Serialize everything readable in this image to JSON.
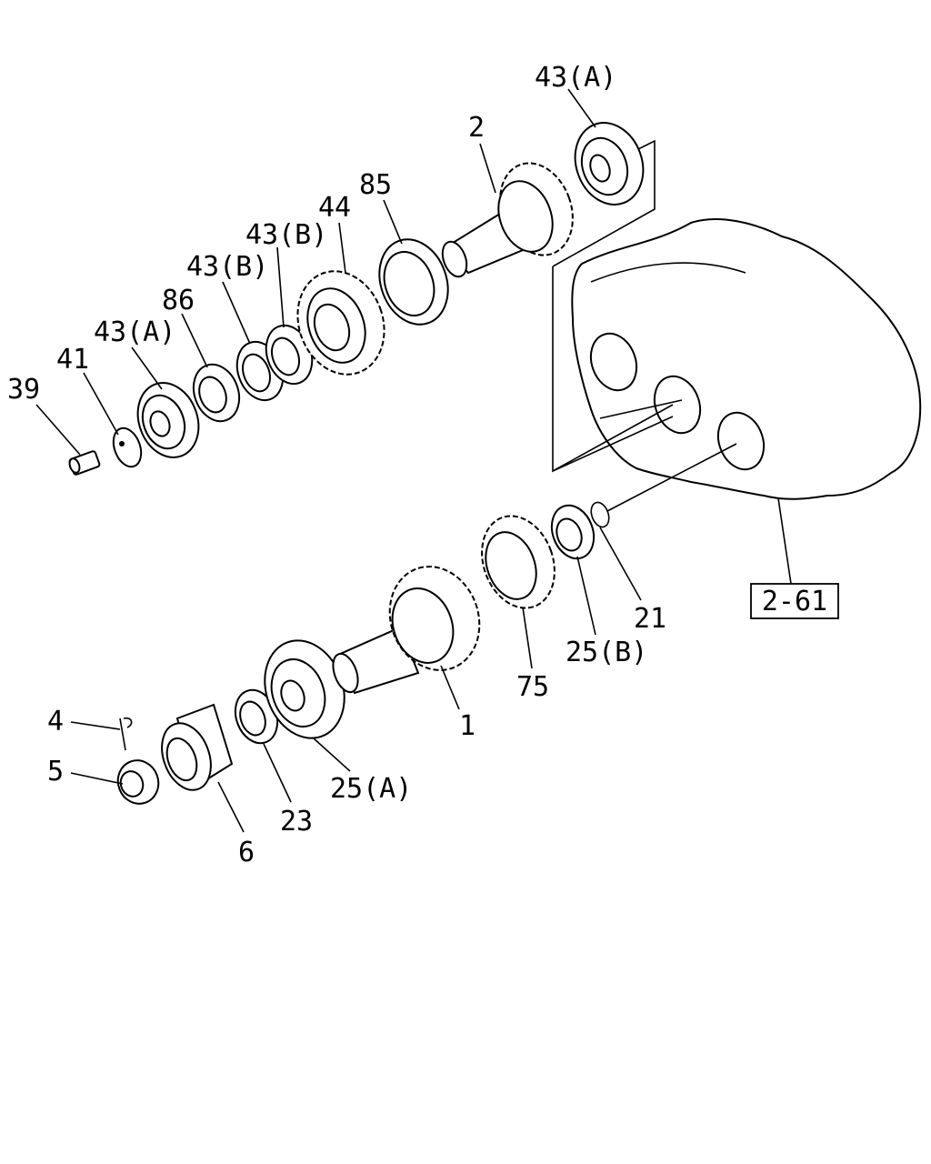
{
  "callouts": {
    "p39": "39",
    "p41": "41",
    "p43a_left": "43(A)",
    "p86": "86",
    "p43b_1": "43(B)",
    "p43b_2": "43(B)",
    "p44": "44",
    "p85": "85",
    "p2": "2",
    "p43a_top": "43(A)",
    "p21": "21",
    "p25b": "25(B)",
    "p75": "75",
    "p1": "1",
    "p25a": "25(A)",
    "p23": "23",
    "p6": "6",
    "p5": "5",
    "p4": "4"
  },
  "reference_box": {
    "label": "2-61"
  }
}
